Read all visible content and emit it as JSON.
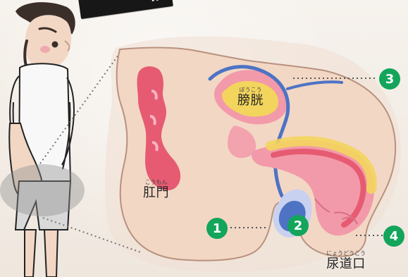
{
  "top_tag": {
    "text": "..."
  },
  "labels": {
    "bladder": {
      "ruby": "ぼうこう",
      "text": "膀胱"
    },
    "anus": {
      "ruby": "こうもん",
      "text": "肛門"
    },
    "urethral_opening": {
      "ruby": "にょうどうこう",
      "text": "尿道口"
    }
  },
  "markers": [
    {
      "label": "1"
    },
    {
      "label": "2"
    },
    {
      "label": "3"
    },
    {
      "label": "4"
    }
  ],
  "colors": {
    "background": "#f4efe9",
    "skin": "#f2d7c5",
    "shirt": "#f8f8f8",
    "shorts": "#d9d9d9",
    "hair": "#3b2f2a",
    "organ_red": "#e65b72",
    "organ_pink": "#f29aa9",
    "organ_yellow": "#f3d55d",
    "organ_blue": "#4e73c4",
    "marker_green": "#13a55b"
  },
  "icons": {
    "person": "standing-boy-illustration",
    "anatomy": "male-pelvic-cross-section"
  }
}
